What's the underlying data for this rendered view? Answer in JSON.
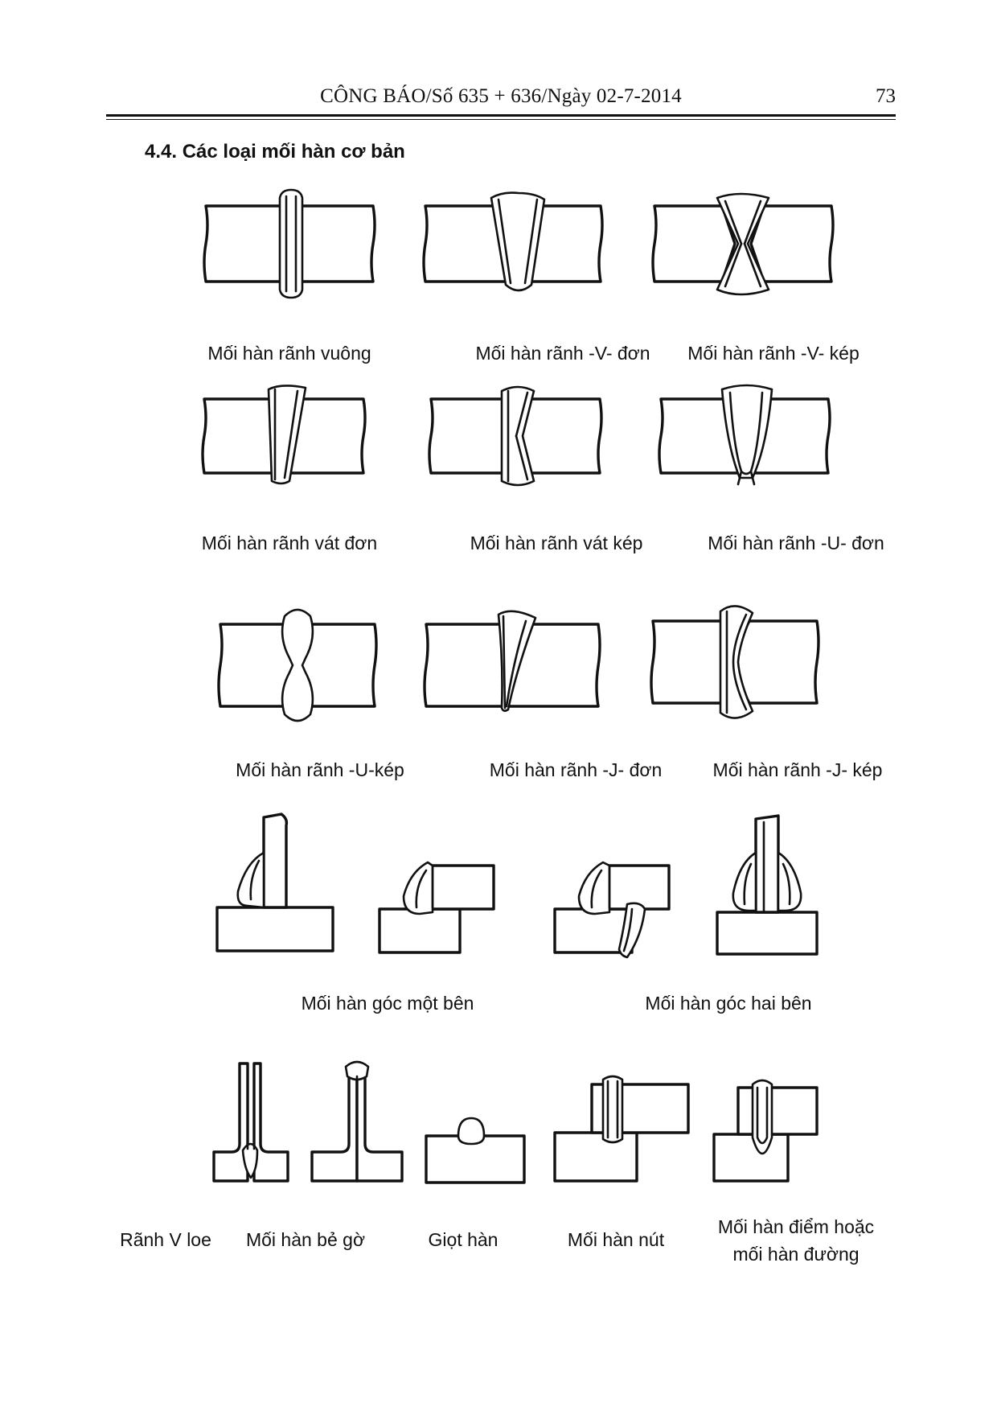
{
  "header": {
    "title": "CÔNG BÁO/Số 635 + 636/Ngày 02-7-2014",
    "page_number": "73"
  },
  "section": {
    "title": "4.4. Các loại mối hàn cơ bản"
  },
  "figures": {
    "square_groove": "Mối hàn rãnh vuông",
    "single_v_groove": "Mối hàn rãnh -V- đơn",
    "double_v_groove": "Mối hàn rãnh -V- kép",
    "single_bevel_groove": "Mối hàn rãnh vát đơn",
    "double_bevel_groove": "Mối hàn rãnh vát kép",
    "single_u_groove": "Mối hàn rãnh -U- đơn",
    "double_u_groove": "Mối hàn rãnh -U-kép",
    "single_j_groove": "Mối hàn rãnh -J- đơn",
    "double_j_groove": "Mối hàn rãnh -J- kép",
    "single_fillet": "Mối hàn góc một bên",
    "double_fillet": "Mối hàn góc hai bên",
    "flare_v_groove": "Rãnh V loe",
    "edge_flange": "Mối hàn bẻ gờ",
    "bead": "Giọt hàn",
    "plug": "Mối hàn nút",
    "spot_seam_line1": "Mối hàn điểm hoặc",
    "spot_seam_line2": "mối hàn đường"
  }
}
